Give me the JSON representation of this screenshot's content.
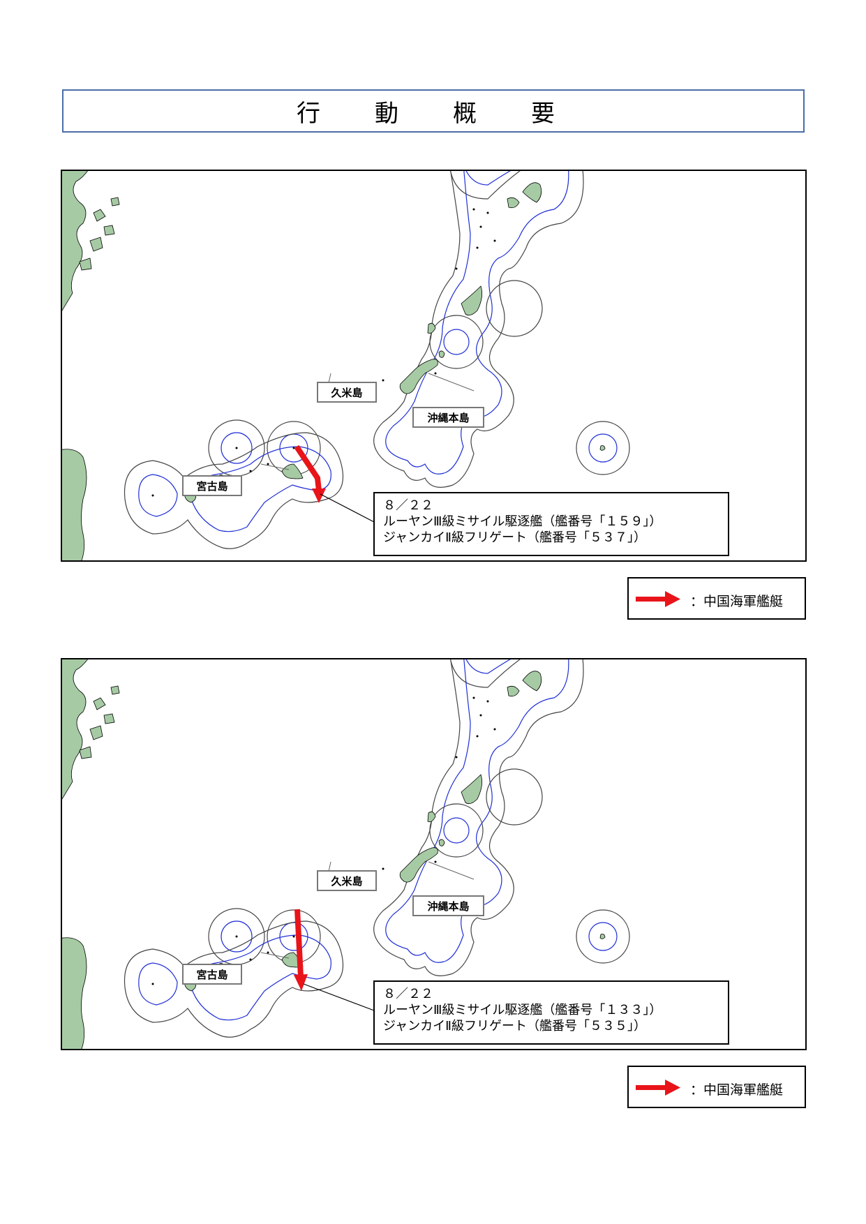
{
  "title": "行　動　概　要",
  "labels": {
    "kume": "久米島",
    "okinawa": "沖縄本島",
    "miyako": "宮古島"
  },
  "colors": {
    "land": "#a6cba4",
    "boundary": "#1f2fd6",
    "arrow": "#e8141a",
    "frame": "#4a6ea8"
  },
  "panels": [
    {
      "date": "８／２２",
      "line1": "ルーヤンⅢ級ミサイル駆逐艦（艦番号「１５９」）",
      "line2": "ジャンカイⅡ級フリゲート（艦番号「５３７」）"
    },
    {
      "date": "８／２２",
      "line1": "ルーヤンⅢ級ミサイル駆逐艦（艦番号「１３３」）",
      "line2": "ジャンカイⅡ級フリゲート（艦番号「５３５」）"
    }
  ],
  "legend": {
    "text": "：中国海軍艦艇",
    "icon": "red-arrow-icon"
  }
}
